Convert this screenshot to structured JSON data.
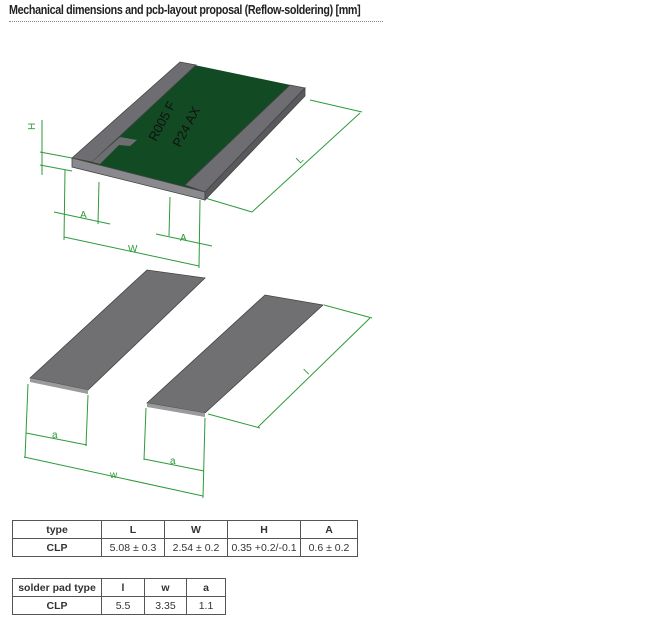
{
  "title": "Mechanical dimensions and pcb-layout proposal (Reflow-soldering) [mm]",
  "drawing": {
    "marking_line1": "R005 F",
    "marking_line2": "P24 AX",
    "component_labels": {
      "H": "H",
      "L": "L",
      "A1": "A",
      "A2": "A",
      "W": "W"
    },
    "pad_labels": {
      "l": "l",
      "a1": "a",
      "a2": "a",
      "w": "w"
    },
    "colors": {
      "body": "#124a24",
      "terminal": "#6e6e72",
      "pad": "#707073",
      "dim": "#2e9a3a"
    }
  },
  "table1": {
    "headers": [
      "type",
      "L",
      "W",
      "H",
      "A"
    ],
    "row": [
      "CLP",
      "5.08 ± 0.3",
      "2.54 ± 0.2",
      "0.35 +0.2/-0.1",
      "0.6 ± 0.2"
    ]
  },
  "table2": {
    "headers": [
      "solder pad type",
      "l",
      "w",
      "a"
    ],
    "row": [
      "CLP",
      "5.5",
      "3.35",
      "1.1"
    ]
  }
}
